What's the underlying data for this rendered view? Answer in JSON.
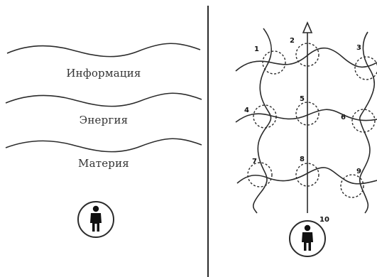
{
  "left_panel": {
    "layers": [
      {
        "label": "Информация"
      },
      {
        "label": "Энергия"
      },
      {
        "label": "Материя"
      }
    ],
    "person_icon": "person-icon"
  },
  "right_panel": {
    "nodes": [
      {
        "number": "1"
      },
      {
        "number": "2"
      },
      {
        "number": "3"
      },
      {
        "number": "4"
      },
      {
        "number": "5"
      },
      {
        "number": "6"
      },
      {
        "number": "7"
      },
      {
        "number": "8"
      },
      {
        "number": "9"
      },
      {
        "number": "10"
      }
    ],
    "person_icon": "person-icon",
    "arrow_icon": "arrow-up-icon"
  },
  "colors": {
    "stroke": "#2b2b2b",
    "background": "#ffffff"
  }
}
